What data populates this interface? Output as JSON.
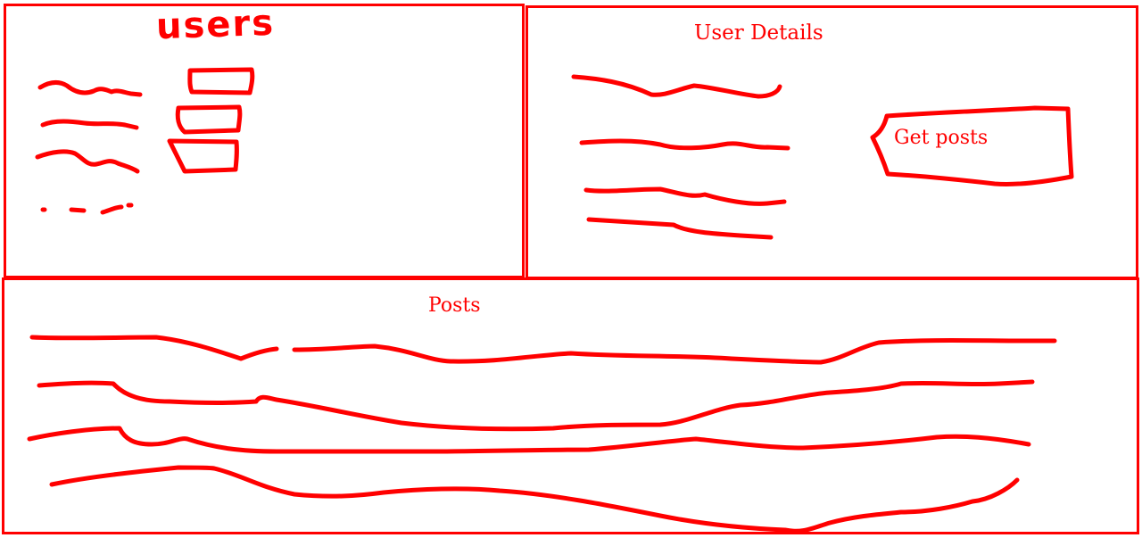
{
  "users_panel": {
    "title": "users"
  },
  "details_panel": {
    "title": "User Details",
    "get_posts_button": "Get posts"
  },
  "posts_panel": {
    "title": "Posts"
  },
  "colors": {
    "sketch": "#ff0000",
    "background": "#ffffff"
  }
}
